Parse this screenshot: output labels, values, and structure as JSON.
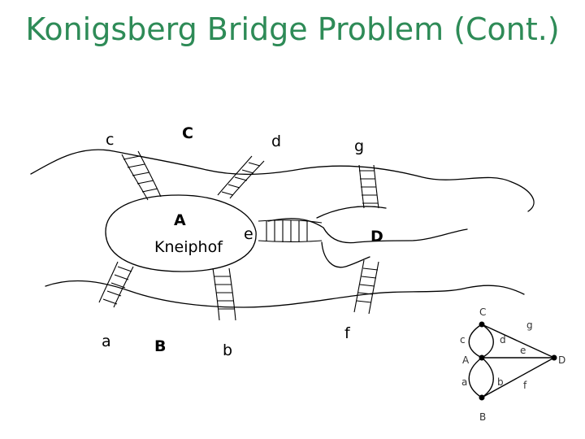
{
  "slide": {
    "title": "Konigsberg Bridge Problem (Cont.)"
  },
  "map": {
    "land_labels": {
      "north": "C",
      "island": "A",
      "island_name": "Kneiphof",
      "east": "D",
      "south": "B"
    },
    "bridge_labels": [
      "a",
      "b",
      "c",
      "d",
      "e",
      "f",
      "g"
    ]
  },
  "graph": {
    "nodes": [
      "C",
      "A",
      "B",
      "D"
    ],
    "edges": [
      "a",
      "b",
      "c",
      "d",
      "e",
      "f",
      "g"
    ]
  },
  "colors": {
    "title": "#2e8b57",
    "ink": "#000000"
  }
}
